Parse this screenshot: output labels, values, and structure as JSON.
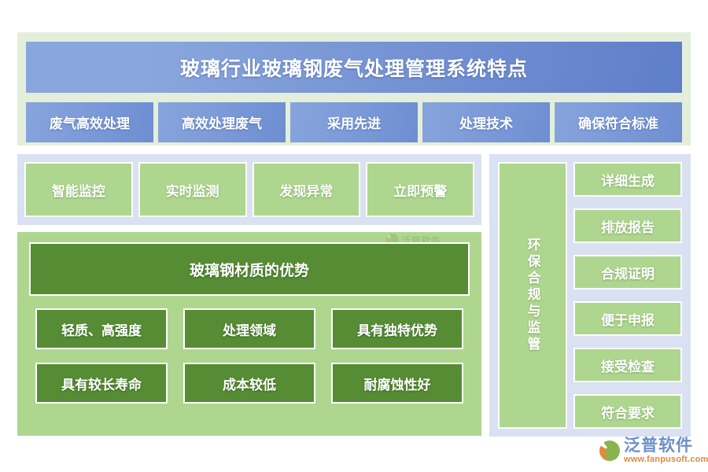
{
  "header": {
    "title": "玻璃行业玻璃钢废气处理管理系统特点",
    "chips": [
      {
        "label": "废气高效处理"
      },
      {
        "label": "高效处理废气"
      },
      {
        "label": "采用先进"
      },
      {
        "label": "处理技术"
      },
      {
        "label": "确保符合标准"
      }
    ]
  },
  "monitoring": {
    "chips": [
      {
        "label": "智能监控"
      },
      {
        "label": "实时监测"
      },
      {
        "label": "发现异常"
      },
      {
        "label": "立即预警"
      }
    ]
  },
  "advantages": {
    "banner": "玻璃钢材质的优势",
    "items": [
      {
        "label": "轻质、高强度"
      },
      {
        "label": "处理领域"
      },
      {
        "label": "具有独特优势"
      },
      {
        "label": "具有较长寿命"
      },
      {
        "label": "成本较低"
      },
      {
        "label": "耐腐蚀性好"
      }
    ],
    "watermark": "泛普软件"
  },
  "compliance": {
    "vertical_label": "环保合规与监管",
    "items": [
      {
        "label": "详细生成"
      },
      {
        "label": "排放报告"
      },
      {
        "label": "合规证明"
      },
      {
        "label": "便于申报"
      },
      {
        "label": "接受检查"
      },
      {
        "label": "符合要求"
      }
    ]
  },
  "brand": {
    "name": "泛普软件",
    "url": "www.fanpusoft.com"
  },
  "colors": {
    "panel_green_light": "#e4efdb",
    "panel_lavender": "#d9e1f2",
    "chip_green": "#aed68f",
    "chip_green_dark": "#568c33",
    "chip_blue": "#7e9cd9",
    "title_blue": "#6d8bd0",
    "brand_blue": "#6b8fc9",
    "brand_orange": "#e08a3c"
  }
}
